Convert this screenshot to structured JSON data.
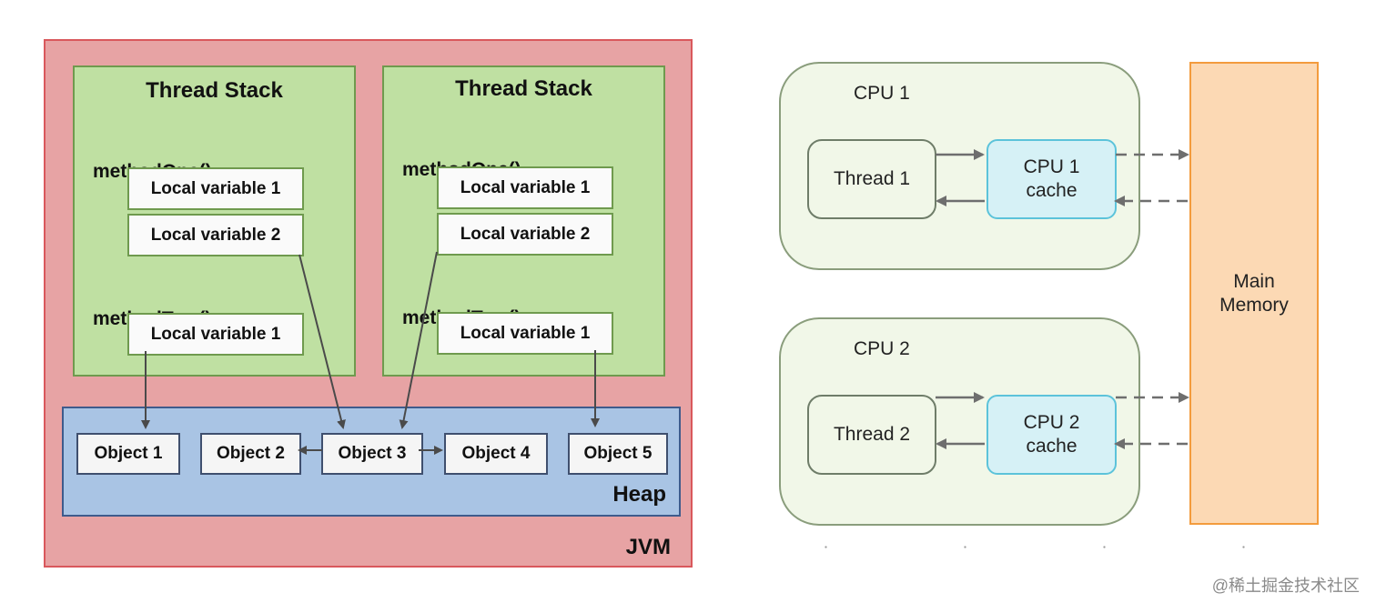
{
  "jvm": {
    "label": "JVM",
    "stacks": [
      {
        "title": "Thread Stack",
        "method_one": "methodOne()",
        "method_one_vars": [
          "Local variable 1",
          "Local variable 2"
        ],
        "method_two": "methodTwo()",
        "method_two_vars": [
          "Local variable 1"
        ]
      },
      {
        "title": "Thread Stack",
        "method_one": "methodOne()",
        "method_one_vars": [
          "Local variable 1",
          "Local variable 2"
        ],
        "method_two": "methodTwo()",
        "method_two_vars": [
          "Local variable 1"
        ]
      }
    ],
    "heap": {
      "label": "Heap",
      "objects": [
        "Object 1",
        "Object 2",
        "Object 3",
        "Object 4",
        "Object 5"
      ]
    }
  },
  "cpus": [
    {
      "label": "CPU 1",
      "thread": "Thread 1",
      "cache_line1": "CPU 1",
      "cache_line2": "cache"
    },
    {
      "label": "CPU 2",
      "thread": "Thread 2",
      "cache_line1": "CPU 2",
      "cache_line2": "cache"
    }
  ],
  "main_memory": {
    "line1": "Main",
    "line2": "Memory"
  },
  "watermark": "@稀土掘金技术社区",
  "colors": {
    "jvm_fill": "#e7a3a4",
    "stack_fill": "#bfe0a2",
    "heap_fill": "#a9c4e4",
    "cpu_fill": "#f1f7e8",
    "cache_fill": "#d6f1f6",
    "memory_fill": "#fcd9b4"
  }
}
